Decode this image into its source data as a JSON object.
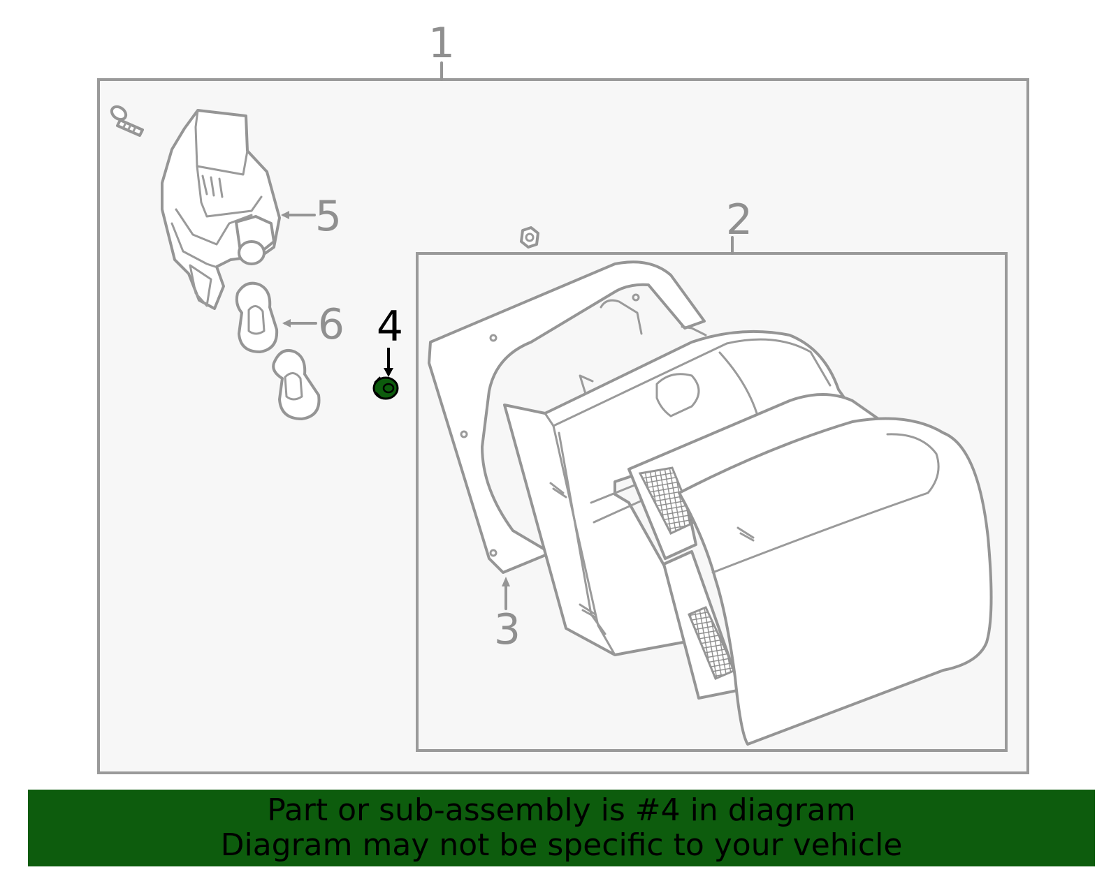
{
  "callouts": {
    "c1": "1",
    "c2": "2",
    "c3": "3",
    "c4": "4",
    "c5": "5",
    "c6": "6"
  },
  "highlight_color": "#0d5c0d",
  "banner": {
    "line1": "Part or sub-assembly is #4 in diagram",
    "line2": "Diagram may not be specific to your vehicle"
  }
}
